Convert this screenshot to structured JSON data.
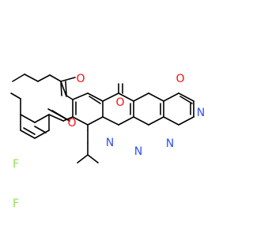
{
  "atom_colors": {
    "O": "#ff0d0d",
    "N": "#3050f8",
    "F": "#90e050",
    "bond": "#000000"
  },
  "atom_labels": {
    "ester_o_top": "O",
    "ester_o_carbonyl": "O",
    "ketone_o": "O",
    "amide_o": "O",
    "imine_n": "N",
    "ring_n_isobutyl": "N",
    "ring_n_pyrimidine": "N",
    "ring_n_bridge": "N",
    "f_meta": "F",
    "f_para": "F"
  }
}
